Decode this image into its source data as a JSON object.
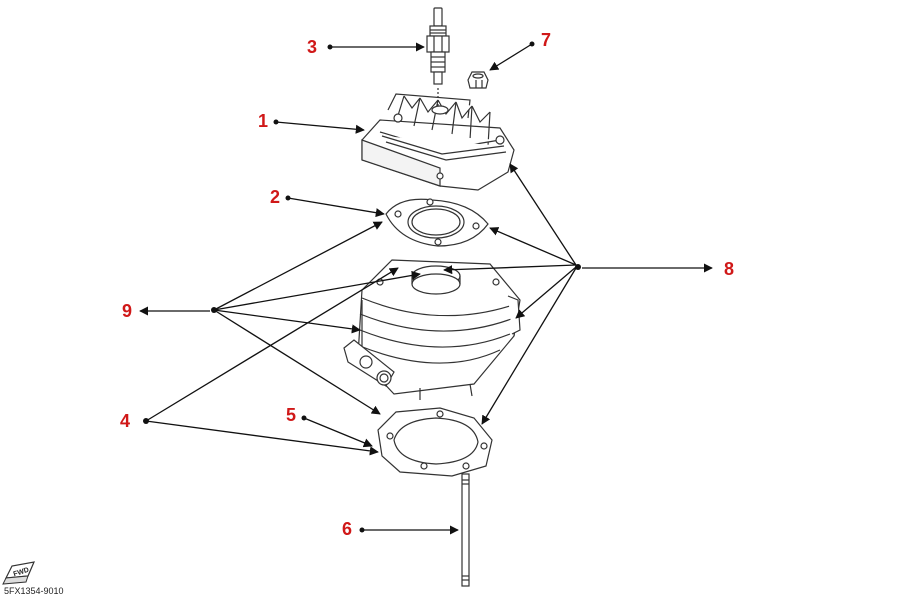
{
  "diagram": {
    "callouts": [
      {
        "id": "1",
        "label": "1"
      },
      {
        "id": "2",
        "label": "2"
      },
      {
        "id": "3",
        "label": "3"
      },
      {
        "id": "4",
        "label": "4"
      },
      {
        "id": "5",
        "label": "5"
      },
      {
        "id": "6",
        "label": "6"
      },
      {
        "id": "7",
        "label": "7"
      },
      {
        "id": "8",
        "label": "8"
      },
      {
        "id": "9",
        "label": "9"
      }
    ],
    "fwd_badge": "FWD",
    "part_code": "5FX1354-9010",
    "colors": {
      "callout_text": "#d01818",
      "line": "#111111",
      "drawing": "#333333"
    }
  }
}
